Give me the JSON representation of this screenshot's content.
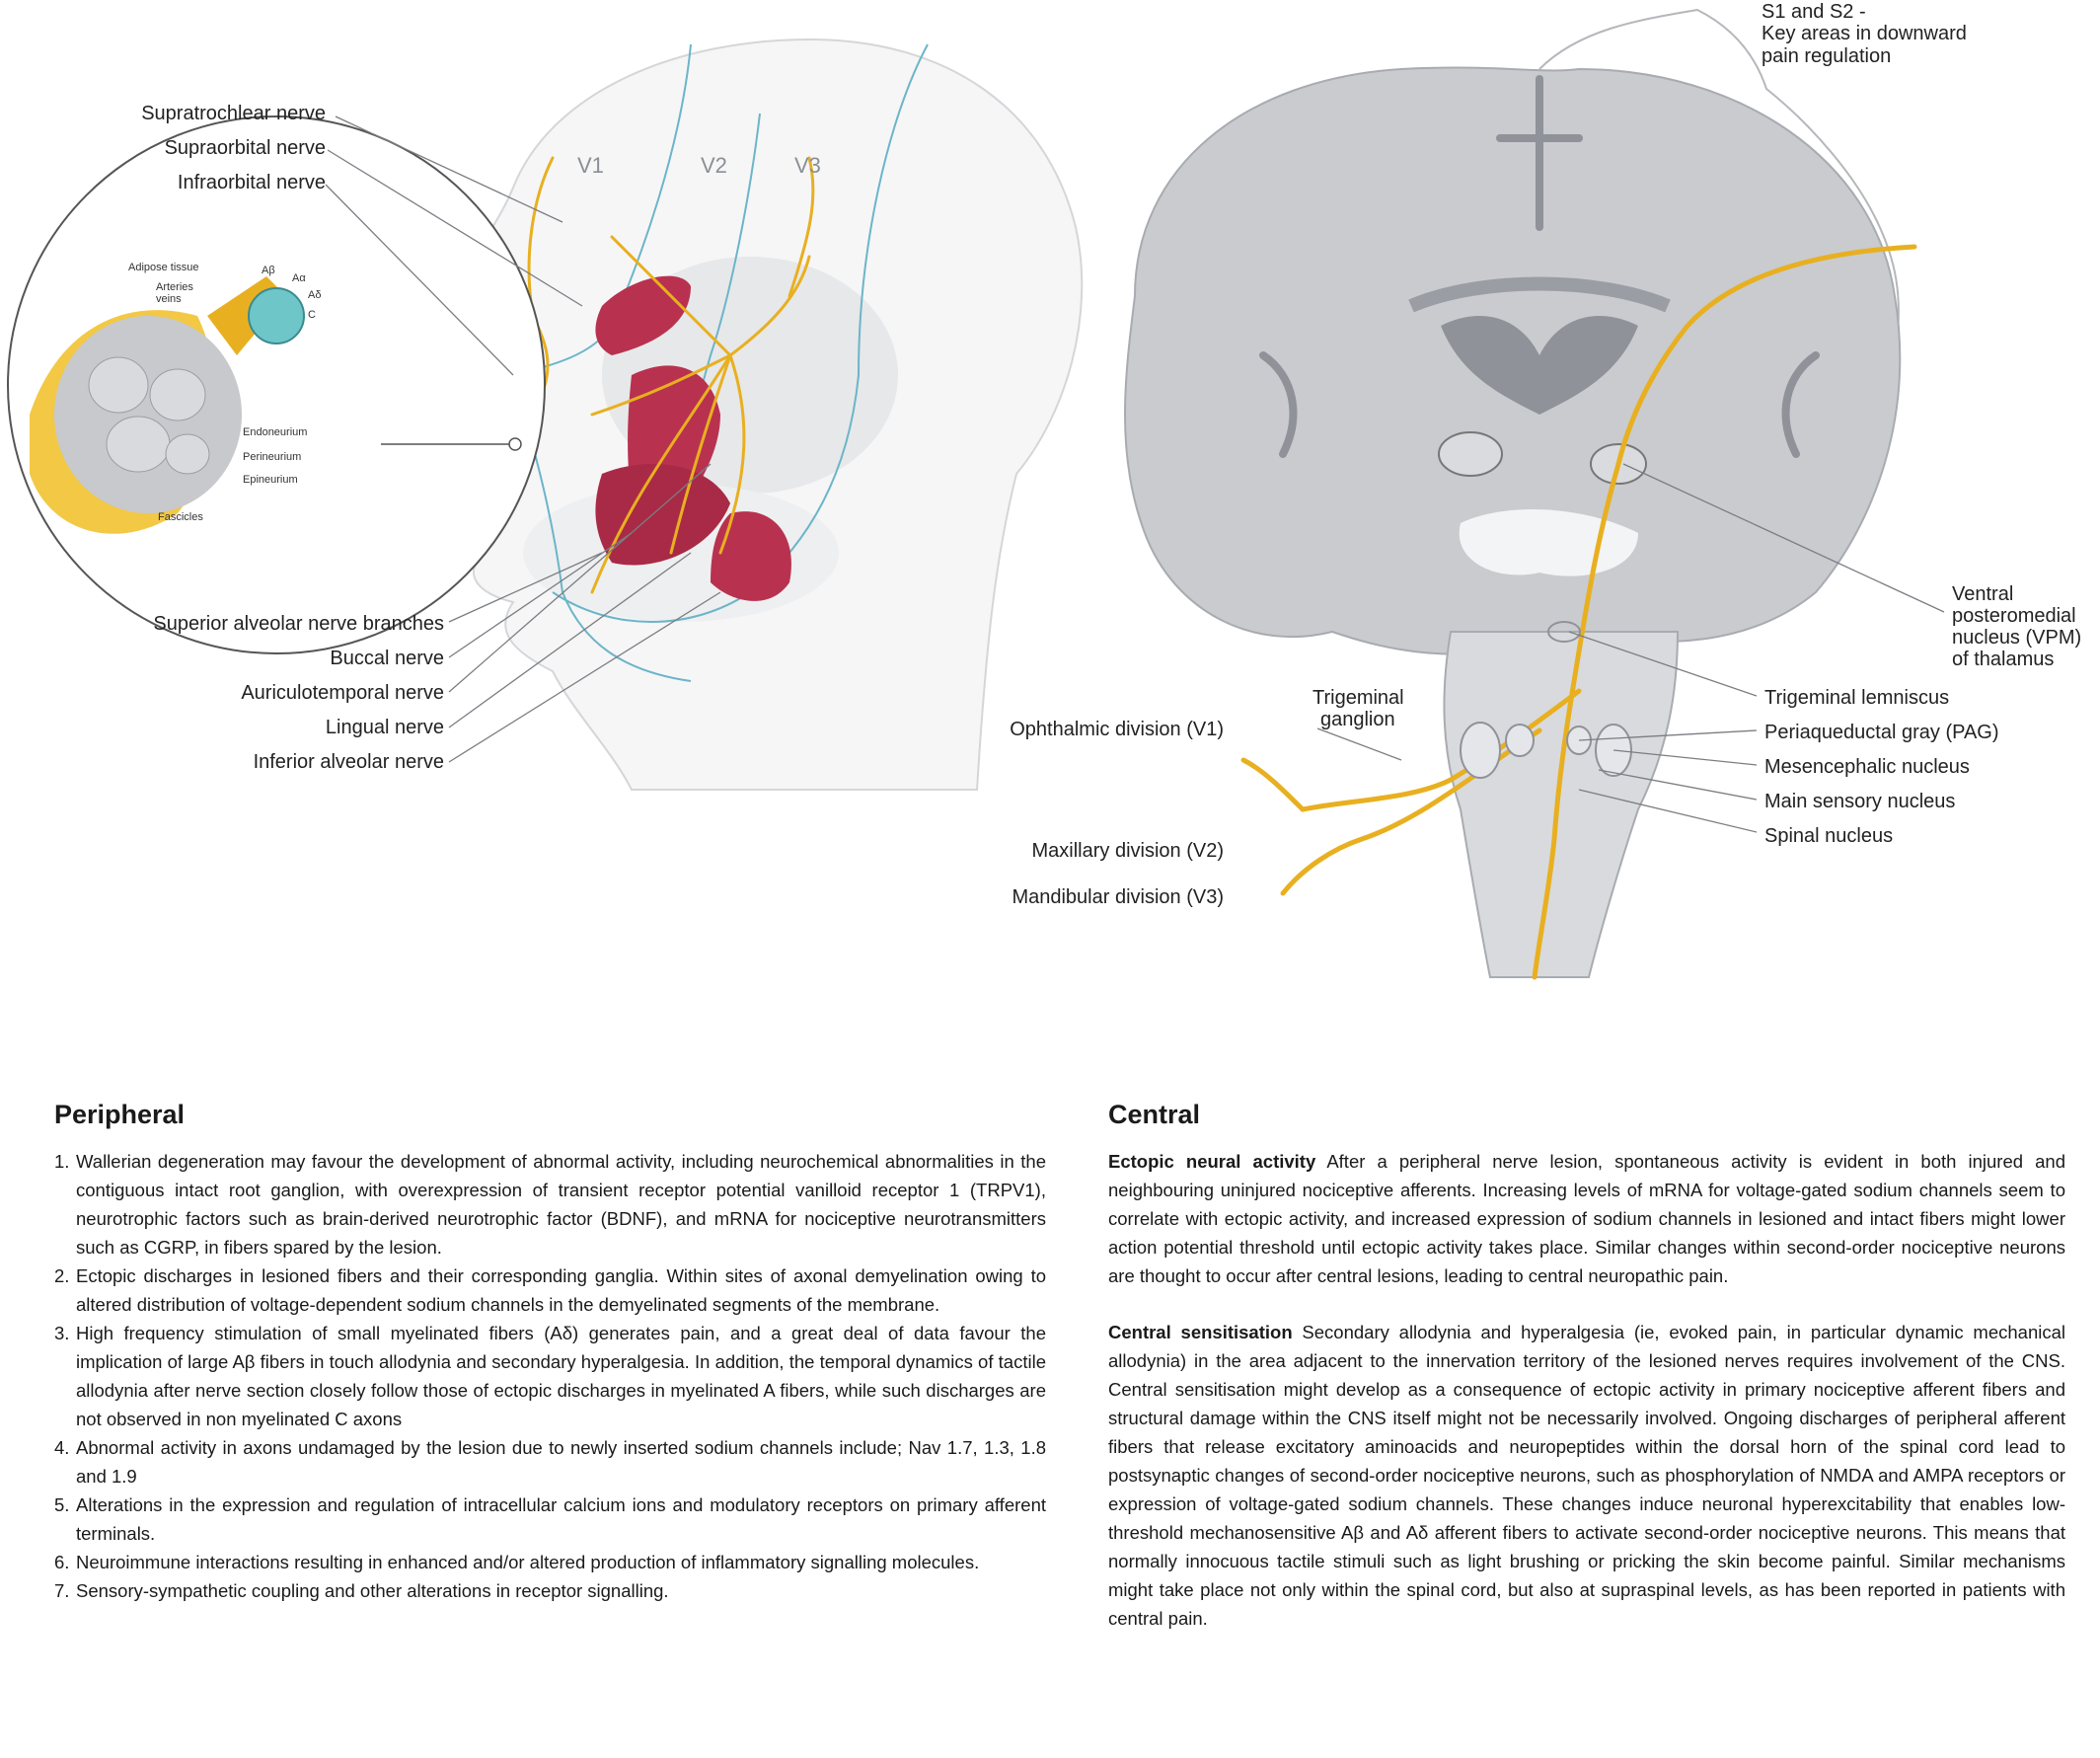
{
  "head_labels": {
    "supratrochlear": "Supratrochlear nerve",
    "supraorbital": "Supraorbital nerve",
    "infraorbital": "Infraorbital nerve",
    "superior_alveolar": "Superior alveolar nerve branches",
    "buccal": "Buccal nerve",
    "auriculotemporal": "Auriculotemporal nerve",
    "lingual": "Lingual nerve",
    "inferior_alveolar": "Inferior alveolar nerve"
  },
  "zones": {
    "v1": "V1",
    "v2": "V2",
    "v3": "V3"
  },
  "inset_labels": {
    "adipose": "Adipose tissue",
    "arteries": "Arteries\nveins",
    "ab": "Aβ",
    "aa": "Aα",
    "ad": "Aδ",
    "c": "C",
    "endoneurium": "Endoneurium",
    "perineurium": "Perineurium",
    "epineurium": "Epineurium",
    "fascicles": "Fascicles"
  },
  "brain_labels": {
    "s1s2_line1": "S1 and S2 -",
    "s1s2_line2": "Key areas in downward",
    "s1s2_line3": "pain regulation",
    "vpm_line1": "Ventral",
    "vpm_line2": "posteromedial",
    "vpm_line3": "nucleus (VPM)",
    "vpm_line4": "of thalamus",
    "trig_lemniscus": "Trigeminal lemniscus",
    "pag": "Periaqueductal gray (PAG)",
    "mesencephalic": "Mesencephalic nucleus",
    "main_sensory": "Main sensory nucleus",
    "spinal": "Spinal nucleus",
    "trig_ganglion_line1": "Trigeminal",
    "trig_ganglion_line2": "ganglion",
    "ophthalmic": "Ophthalmic division (V1)",
    "maxillary": "Maxillary division (V2)",
    "mandibular": "Mandibular division (V3)"
  },
  "colors": {
    "nerve": "#e8b020",
    "muscle": "#b8324f",
    "brain": "#c9cbcf",
    "brain_dark": "#9a9da3",
    "skin_line": "#6cb5c8"
  },
  "peripheral": {
    "heading": "Peripheral",
    "items": [
      {
        "num": "1.",
        "text": "Wallerian degeneration may favour the development of abnormal activity, including neurochemical abnormalities in the contiguous intact root ganglion, with overexpression of transient receptor potential vanilloid receptor 1 (TRPV1), neurotrophic factors such as brain-derived neurotrophic factor (BDNF), and mRNA for nociceptive neurotransmitters such as CGRP, in fibers spared by the lesion."
      },
      {
        "num": "2.",
        "text": "Ectopic discharges in lesioned fibers and their corresponding ganglia. Within sites of axonal demyelination owing to altered distribution of voltage-dependent sodium channels in the demyelinated segments of the membrane."
      },
      {
        "num": "3.",
        "text": "High frequency stimulation of small myelinated fibers (Aδ) generates pain, and a great deal of data favour the implication of large Aβ fibers in touch allodynia and secondary hyperalgesia. In addition, the temporal dynamics of tactile allodynia after nerve section closely follow those of ectopic discharges in myelinated A fibers, while such discharges are not observed in non myelinated C axons"
      },
      {
        "num": "4.",
        "text": "Abnormal activity in axons undamaged by the lesion due to newly inserted sodium channels include; Nav 1.7, 1.3, 1.8 and 1.9"
      },
      {
        "num": "5.",
        "text": "Alterations in the expression and regulation of intracellular calcium ions and modulatory receptors on primary afferent terminals."
      },
      {
        "num": "6.",
        "text": "Neuroimmune interactions resulting in enhanced and/or altered production of inflammatory signalling molecules."
      },
      {
        "num": "7.",
        "text": "Sensory-sympathetic coupling and other alterations in receptor signalling."
      }
    ]
  },
  "central": {
    "heading": "Central",
    "ectopic_title": "Ectopic neural activity",
    "ectopic_text": "After a peripheral nerve lesion, spontaneous activity is evident in both injured and neighbouring uninjured nociceptive afferents. Increasing levels of mRNA for voltage-gated sodium channels seem to correlate with ectopic activity, and increased expression of sodium channels in lesioned and intact fibers might lower action potential threshold until ectopic activity takes place. Similar changes within second-order nociceptive neurons are thought to occur after central lesions, leading to central neuropathic pain.",
    "sensitisation_title": "Central sensitisation",
    "sensitisation_text": "Secondary allodynia and hyperalgesia (ie, evoked pain, in particular dynamic mechanical allodynia) in the area adjacent to the innervation territory of the lesioned nerves requires involvement of the CNS. Central sensitisation might develop as a consequence of ectopic activity in primary nociceptive afferent fibers and structural damage within the CNS itself might not be necessarily involved. Ongoing discharges of peripheral afferent fibers that release excitatory aminoacids and neuropeptides within the dorsal horn of the spinal cord lead to postsynaptic changes of second-order nociceptive neurons, such as phosphorylation of NMDA and AMPA receptors or expression of voltage-gated sodium channels. These changes induce neuronal hyperexcitability that enables low-threshold mechanosensitive Aβ and Aδ afferent fibers to activate second-order nociceptive neurons. This means that normally innocuous tactile stimuli such as light brushing or pricking the skin become painful. Similar mechanisms might take place not only within the spinal cord, but also at supraspinal levels, as has been reported in patients with central pain."
  }
}
